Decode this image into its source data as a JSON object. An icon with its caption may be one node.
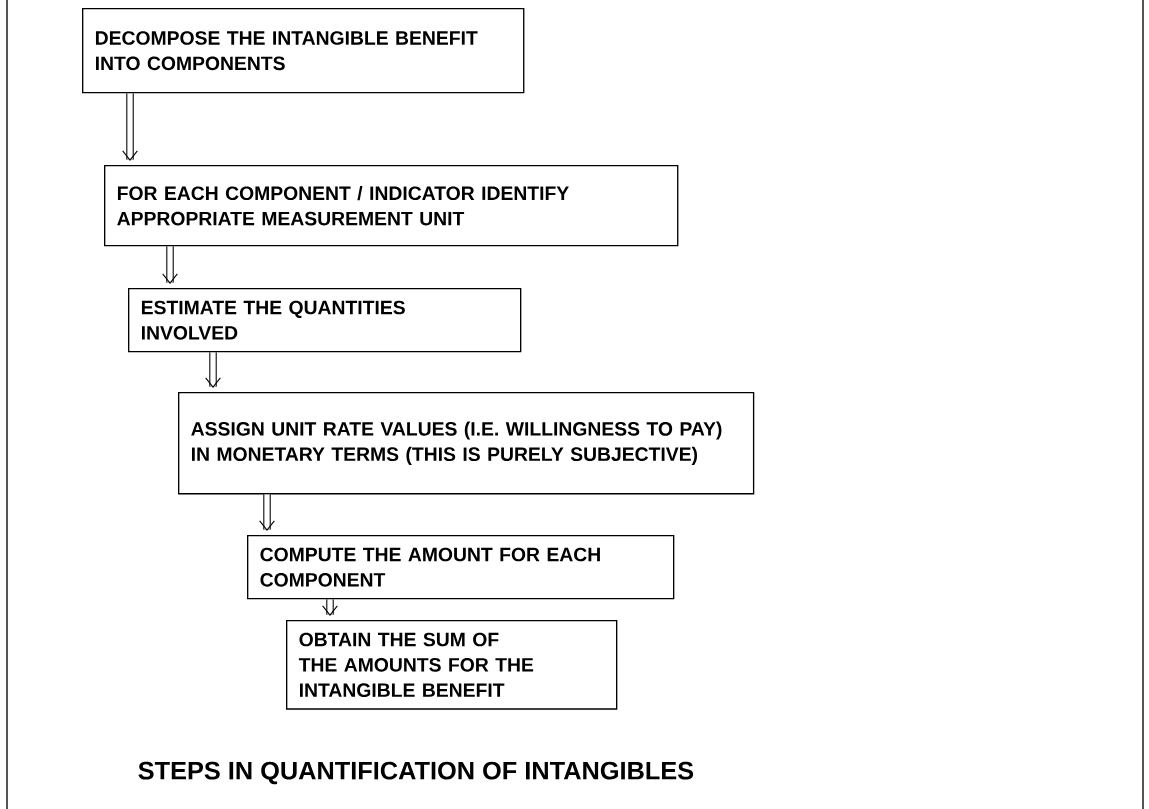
{
  "diagram": {
    "caption": "STEPS IN QUANTIFICATION OF INTANGIBLES",
    "nodes": [
      {
        "text": [
          "DECOMPOSE THE INTANGIBLE BENEFIT INTO COMPONENTS"
        ]
      },
      {
        "text": [
          "FOR EACH COMPONENT / INDICATOR IDENTIFY APPROPRIATE MEASUREMENT UNIT"
        ]
      },
      {
        "text": [
          "ESTIMATE THE QUANTITIES INVOLVED"
        ]
      },
      {
        "text": [
          "ASSIGN UNIT RATE VALUES (I.E. WILLINGNESS TO PAY) IN MONETARY TERMS (THIS IS PURELY SUBJECTIVE)"
        ]
      },
      {
        "text": [
          "COMPUTE THE AMOUNT FOR EACH COMPONENT"
        ]
      },
      {
        "text": [
          "OBTAIN THE SUM OF THE AMOUNTS FOR THE INTANGIBLE BENEFIT"
        ]
      }
    ],
    "edges": [
      {
        "from": 0,
        "to": 1,
        "arrow": "to"
      },
      {
        "from": 1,
        "to": 2,
        "arrow": "to"
      },
      {
        "from": 2,
        "to": 3,
        "arrow": "to"
      },
      {
        "from": 3,
        "to": 4,
        "arrow": "to"
      },
      {
        "from": 4,
        "to": 5,
        "arrow": "to"
      }
    ]
  }
}
